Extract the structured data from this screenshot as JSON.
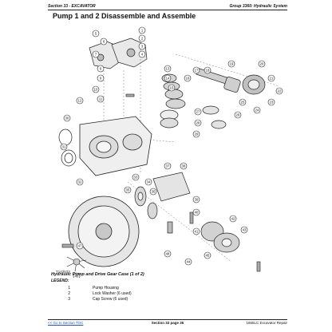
{
  "header": {
    "section": "Section 33 - EXCAVATOR",
    "group": "Group 3360: Hydraulic System"
  },
  "page_title": "Pump 1 and 2 Disassemble and Assemble",
  "figure": {
    "image_id": "T142573",
    "caption": "Hydraulic Pump and Drive Gear Case (1 of 2)",
    "callouts": [
      "1",
      "2",
      "3",
      "4",
      "5",
      "6",
      "7",
      "8",
      "9",
      "10",
      "11",
      "12",
      "13",
      "14",
      "15",
      "16",
      "17",
      "18",
      "19",
      "20",
      "21",
      "22",
      "23",
      "24",
      "25",
      "26",
      "27",
      "28",
      "29",
      "30",
      "31",
      "32",
      "33",
      "34",
      "35",
      "36",
      "37",
      "38",
      "39",
      "40",
      "41",
      "42",
      "43",
      "44",
      "45",
      "46",
      "47",
      "48"
    ]
  },
  "legend": {
    "title": "LEGEND:",
    "items": [
      {
        "num": "1",
        "desc": "Pump Housing"
      },
      {
        "num": "2",
        "desc": "Lock Washer (6 used)"
      },
      {
        "num": "3",
        "desc": "Cap Screw (6 used)"
      }
    ]
  },
  "footer": {
    "link": "<< Go to Section TOC",
    "page": "Section 33 page 35",
    "manual": "1665LC Excavator Repair"
  }
}
